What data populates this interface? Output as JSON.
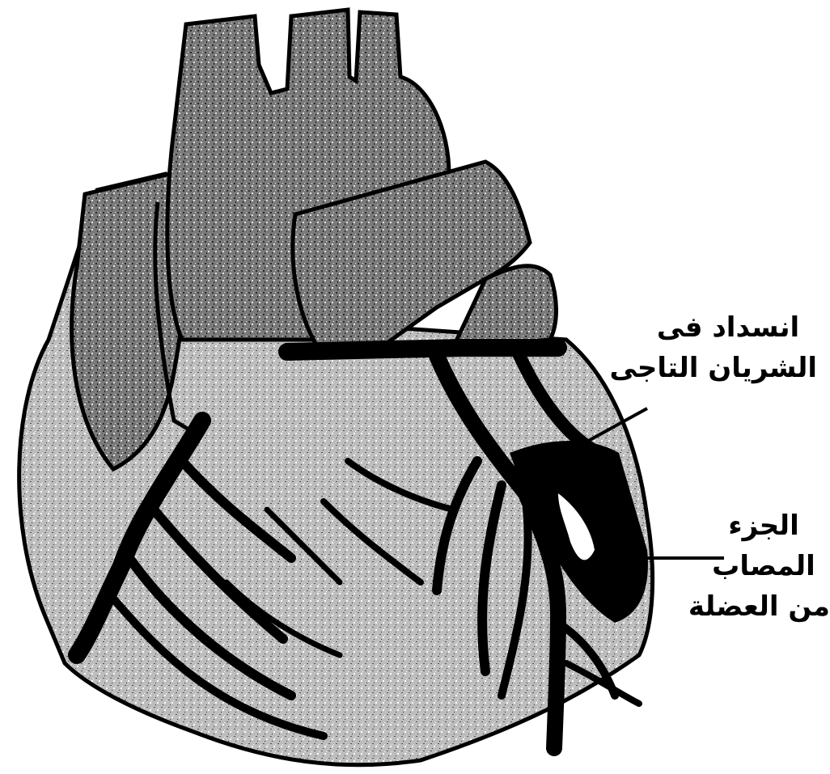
{
  "diagram": {
    "subject": "heart with coronary arteries",
    "labels": {
      "blockage": {
        "line1": "انسداد فی",
        "line2": "الشریان التاجی"
      },
      "damaged_muscle": {
        "line1": "الجزء",
        "line2": "المصاب",
        "line3": "من العضلة"
      }
    }
  },
  "colors": {
    "background": "#ffffff",
    "tissue": "#6e6e6e",
    "tissue_light": "#b4b4b4",
    "outline": "#000000",
    "artery": "#000000"
  }
}
